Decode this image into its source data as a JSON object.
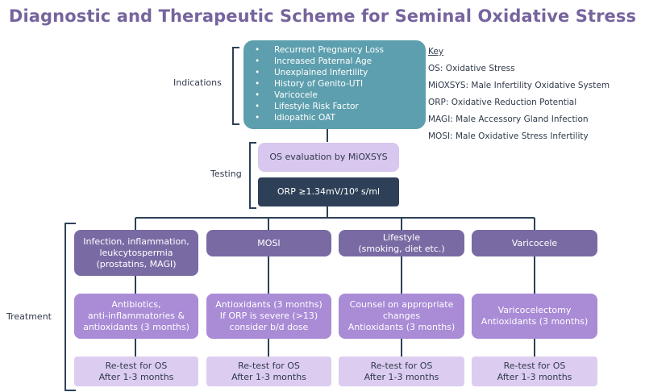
{
  "title": "Diagnostic and Therapeutic Scheme for Seminal Oxidative Stress",
  "labels": {
    "indications": "Indications",
    "testing": "Testing",
    "treatment": "Treatment"
  },
  "indications": [
    "Recurrent Pregnancy Loss",
    "Increased Paternal Age",
    "Unexplained Infertility",
    "History of Genito-UTI",
    "Varicocele",
    "Lifestyle Risk Factor",
    "Idiopathic OAT"
  ],
  "bullet": "•",
  "testing": {
    "evaluation": "OS evaluation by MiOXSYS",
    "threshold": "ORP ≥1.34mV/10⁶ s/ml"
  },
  "key": {
    "title": "Key",
    "items": [
      "OS: Oxidative Stress",
      "MiOXSYS: Male Infertility Oxidative System",
      "ORP: Oxidative Reduction Potential",
      "MAGI: Male Accessory Gland Infection",
      "MOSI: Male Oxidative Stress Infertility"
    ]
  },
  "branches": [
    {
      "cause": "Infection, inflammation,\nleukcytospermia\n(prostatins, MAGI)",
      "treatment": "Antibiotics,\nanti-inflammatories &\nantioxidants (3 months)",
      "retest": "Re-test for OS\nAfter 1-3 months"
    },
    {
      "cause": "MOSI",
      "treatment": "Antioxidants (3 months)\nIf ORP is severe (>13)\nconsider b/d dose",
      "retest": "Re-test for OS\nAfter 1-3 months"
    },
    {
      "cause": "Lifestyle\n(smoking, diet etc.)",
      "treatment": "Counsel on appropriate\nchanges\nAntioxidants (3 months)",
      "retest": "Re-test for OS\nAfter 1-3 months"
    },
    {
      "cause": "Varicocele",
      "treatment": "Varicocelectomy\nAntioxidants (3 months)",
      "retest": "Re-test for OS\nAfter 1-3 months"
    }
  ],
  "colors": {
    "title": "#76649d",
    "teal": "#5d9fae",
    "navy": "#2e4057",
    "purple_dark": "#7a6aa4",
    "purple_mid": "#a98bd6",
    "lavender": "#dccdf0"
  }
}
